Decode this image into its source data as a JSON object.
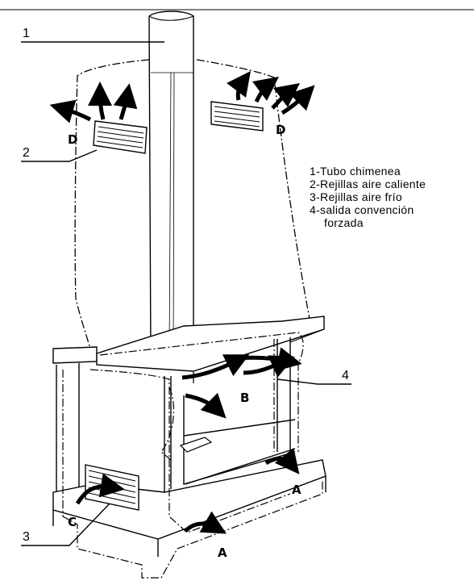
{
  "callouts": {
    "c1": "1",
    "c2": "2",
    "c3": "3",
    "c4": "4"
  },
  "flow_letters": {
    "d_left": "D",
    "d_right": "D",
    "b": "B",
    "c": "C",
    "a_front": "A",
    "a_right": "A"
  },
  "legend": {
    "item1": "1-Tubo chimenea",
    "item2": "2-Rejillas aire caliente",
    "item3": "3-Rejillas aire frío",
    "item4_line1": "4-salida convención",
    "item4_line2": "forzada"
  },
  "colors": {
    "line": "#000000",
    "background": "#ffffff"
  }
}
